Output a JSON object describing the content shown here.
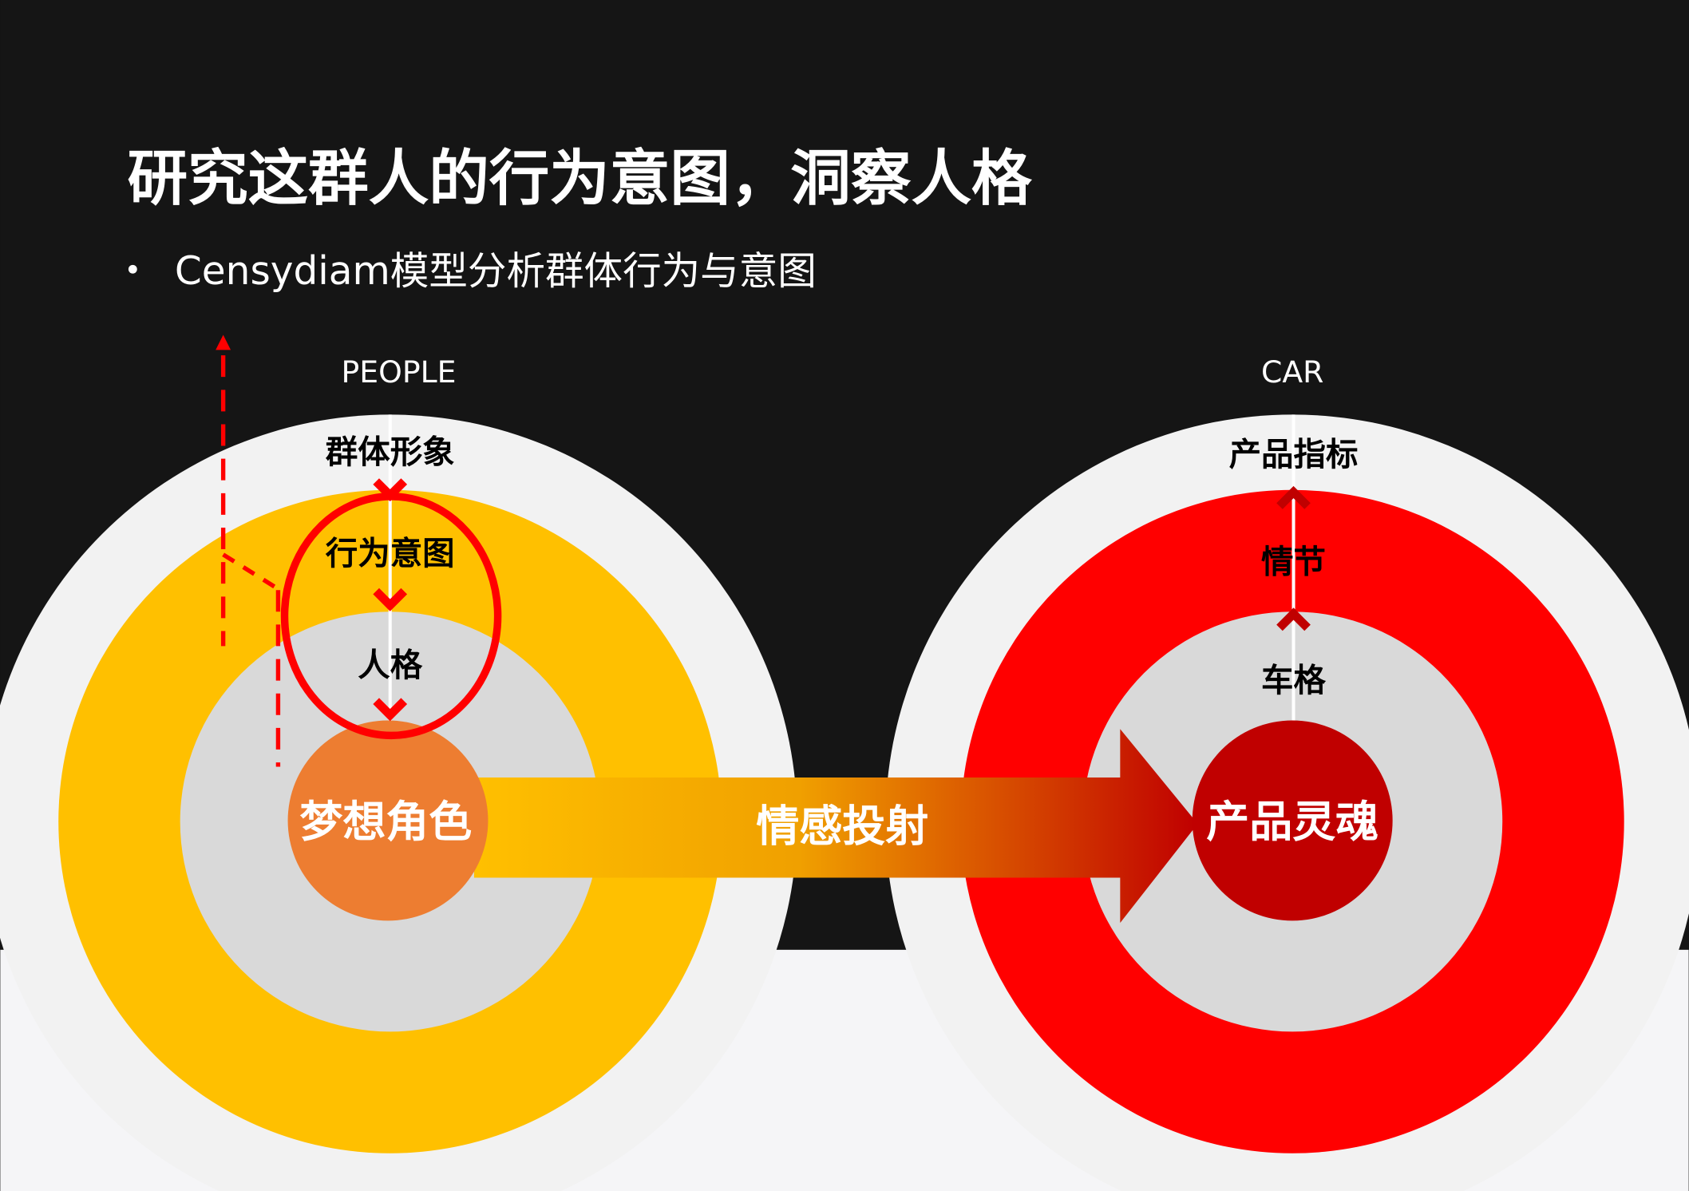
{
  "title": "研究这群人的行为意图，洞察人格",
  "bullet": "Censydiam模型分析群体行为与意图",
  "people": {
    "heading": "PEOPLE",
    "outer": "群体形象",
    "middle": "行为意图",
    "inner": "人格",
    "core": "梦想角色"
  },
  "car": {
    "heading": "CAR",
    "outer": "产品指标",
    "middle": "情节",
    "inner": "车格",
    "core": "产品灵魂"
  },
  "arrow_label": "情感投射",
  "colors": {
    "background": "#151515",
    "ring_outer": "#f2f2f2",
    "people_mid": "#ffc000",
    "ring_inner": "#d9d9d9",
    "people_core": "#ed7d31",
    "car_mid": "#ff0000",
    "car_core": "#c00000",
    "highlight": "#ff0000"
  }
}
